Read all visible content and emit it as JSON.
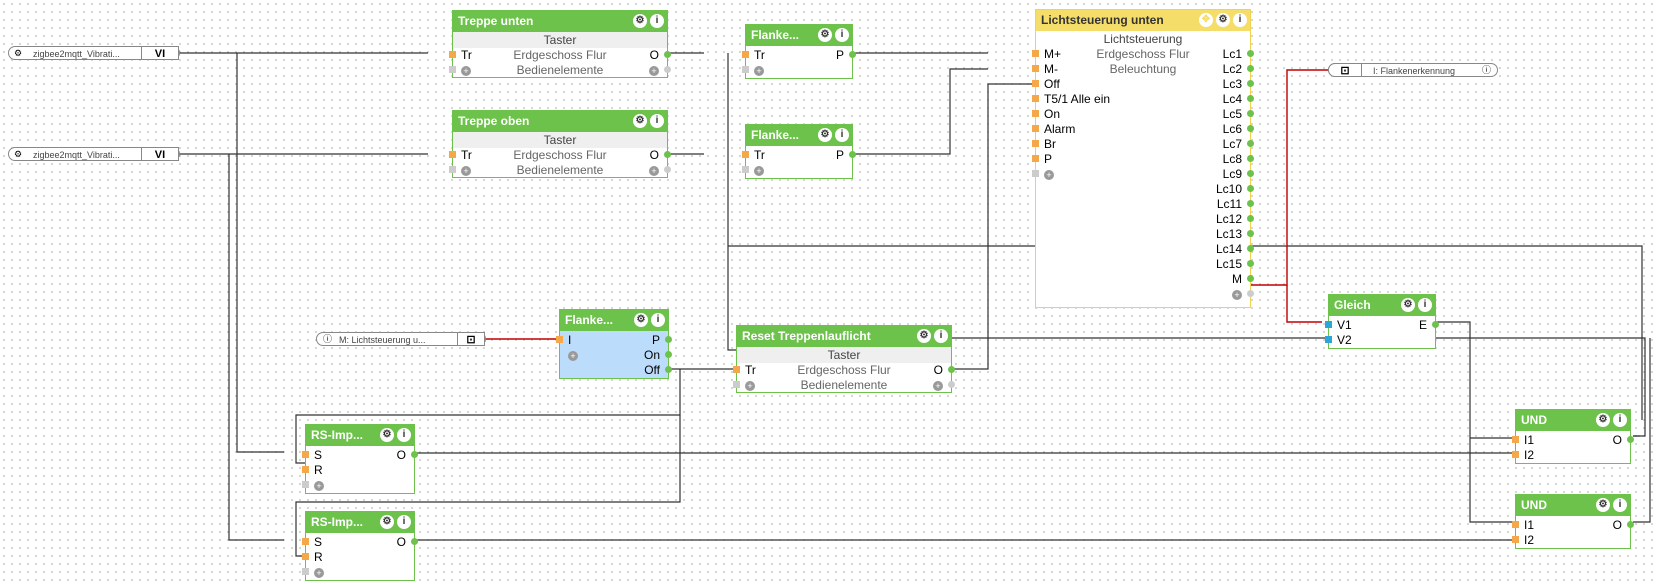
{
  "inputs": [
    {
      "label": "zigbee2mqtt_Vibrati...",
      "value": "VI"
    },
    {
      "label": "zigbee2mqtt_Vibrati...",
      "value": "VI"
    }
  ],
  "memory_input": {
    "label": "M: Lichtsteuerung u...",
    "icon": "info-icon"
  },
  "output_ref": {
    "label": "I: Flankenerkennung",
    "icon": "info-icon"
  },
  "blocks": {
    "treppe_unten": {
      "title": "Treppe unten",
      "type": "Taster",
      "in": "Tr",
      "center": "Erdgeschoss Flur",
      "out": "O",
      "extra": "Bedienelemente"
    },
    "treppe_oben": {
      "title": "Treppe oben",
      "type": "Taster",
      "in": "Tr",
      "center": "Erdgeschoss Flur",
      "out": "O",
      "extra": "Bedienelemente"
    },
    "flanke1": {
      "title": "Flanke...",
      "in": "Tr",
      "out": "P"
    },
    "flanke2": {
      "title": "Flanke...",
      "in": "Tr",
      "out": "P"
    },
    "licht": {
      "title": "Lichtsteuerung unten",
      "type": "Lichtsteuerung",
      "left": [
        "M+",
        "M-",
        "Off",
        "T5/1  Alle ein",
        "On",
        "Alarm",
        "Br",
        "P"
      ],
      "center": [
        "Erdgeschoss Flur",
        "Beleuchtung"
      ],
      "right": [
        "Lc1",
        "Lc2",
        "Lc3",
        "Lc4",
        "Lc5",
        "Lc6",
        "Lc7",
        "Lc8",
        "Lc9",
        "Lc10",
        "Lc11",
        "Lc12",
        "Lc13",
        "Lc14",
        "Lc15",
        "M"
      ]
    },
    "flanke3": {
      "title": "Flanke...",
      "in": "I",
      "outs": [
        "P",
        "On",
        "Off"
      ]
    },
    "reset": {
      "title": "Reset Treppenlauflicht",
      "type": "Taster",
      "in": "Tr",
      "center": "Erdgeschoss Flur",
      "out": "O",
      "extra": "Bedienelemente"
    },
    "gleich": {
      "title": "Gleich",
      "ins": [
        "V1",
        "V2"
      ],
      "out": "E"
    },
    "rs1": {
      "title": "RS-Imp...",
      "ins": [
        "S",
        "R"
      ],
      "out": "O"
    },
    "rs2": {
      "title": "RS-Imp...",
      "ins": [
        "S",
        "R"
      ],
      "out": "O"
    },
    "und1": {
      "title": "UND",
      "ins": [
        "I1",
        "I2"
      ],
      "out": "O"
    },
    "und2": {
      "title": "UND",
      "ins": [
        "I1",
        "I2"
      ],
      "out": "O"
    }
  },
  "colors": {
    "block": "#6cc24a",
    "highlight": "#f5dd6a",
    "selected": "#bcdcfb",
    "wire": "#333333",
    "active_wire": "#c00000"
  }
}
